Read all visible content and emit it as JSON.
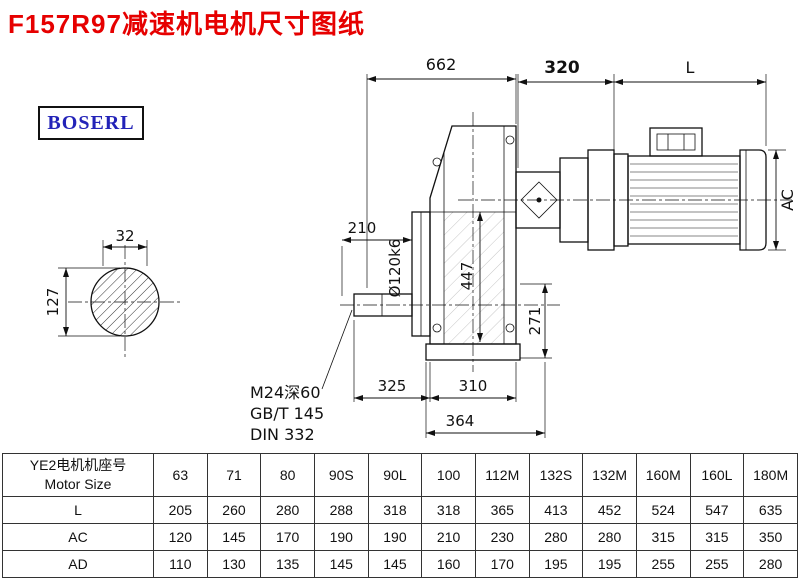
{
  "title": "F157R97减速机电机尺寸图纸",
  "brand": "BOSERL",
  "drawing": {
    "dim_662": "662",
    "dim_320": "320",
    "dim_L": "L",
    "dim_AC": "AC",
    "dim_32": "32",
    "dim_127": "127",
    "dim_210": "210",
    "dim_447": "447",
    "dim_shaft_dia": "Ø120k6",
    "dim_325": "325",
    "dim_310": "310",
    "dim_364": "364",
    "dim_271": "271",
    "note_thread": "M24深60",
    "note_gb": "GB/T 145",
    "note_din": "DIN 332"
  },
  "colors": {
    "title_red": "#e60000",
    "brand_blue": "#2323b8",
    "line": "#111111"
  },
  "table": {
    "header_line1": "YE2电机机座号",
    "header_line2": "Motor Size",
    "columns": [
      "63",
      "71",
      "80",
      "90S",
      "90L",
      "100",
      "112M",
      "132S",
      "132M",
      "160M",
      "160L",
      "180M"
    ],
    "rows": [
      {
        "label": "L",
        "values": [
          "205",
          "260",
          "280",
          "288",
          "318",
          "318",
          "365",
          "413",
          "452",
          "524",
          "547",
          "635"
        ]
      },
      {
        "label": "AC",
        "values": [
          "120",
          "145",
          "170",
          "190",
          "190",
          "210",
          "230",
          "280",
          "280",
          "315",
          "315",
          "350"
        ]
      },
      {
        "label": "AD",
        "values": [
          "110",
          "130",
          "135",
          "145",
          "145",
          "160",
          "170",
          "195",
          "195",
          "255",
          "255",
          "280"
        ]
      }
    ]
  }
}
